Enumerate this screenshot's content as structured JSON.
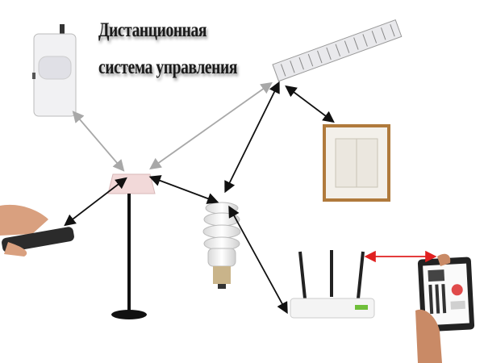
{
  "title": {
    "line1": "Дистанционная",
    "line2": "система управления"
  },
  "colors": {
    "arrow_black": "#111111",
    "arrow_grey": "#a8a8a8",
    "arrow_red": "#e02020",
    "switch_frame": "#b07a3c",
    "lamp_shade": "#f2d9d9"
  },
  "devices": [
    "motion-sensor",
    "ceiling-light",
    "wall-switch",
    "floor-lamp",
    "energy-saving-bulb",
    "remote-control",
    "wifi-router",
    "tablet"
  ]
}
